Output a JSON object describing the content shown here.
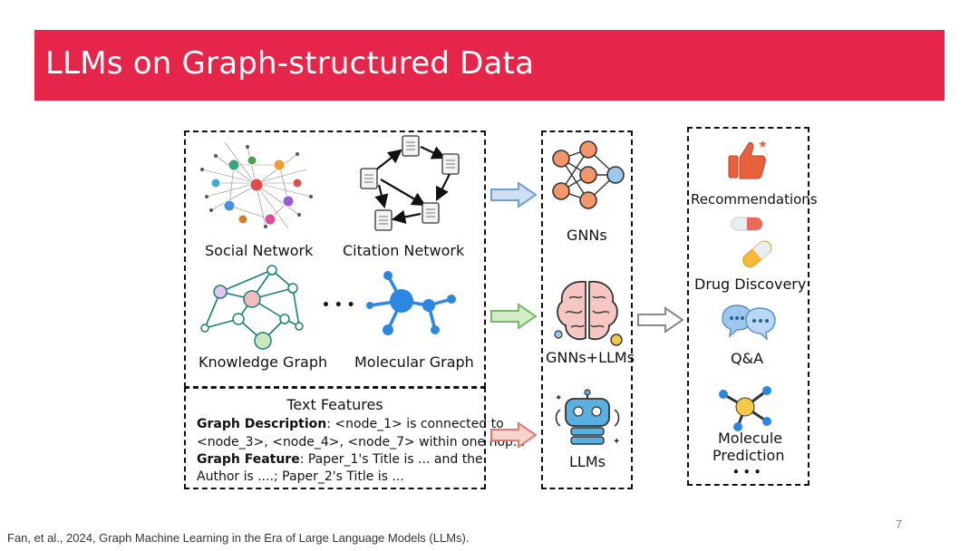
{
  "slide": {
    "title": "LLMs on Graph-structured Data",
    "page_number": "7",
    "footer": "Fan, et al., 2024, Graph Machine Learning in the Era of Large Language Models (LLMs)."
  },
  "graph_panel": {
    "social_network": "Social Network",
    "citation_network": "Citation Network",
    "ellipsis": "• • •",
    "knowledge_graph": "Knowledge Graph",
    "molecular_graph": "Molecular Graph"
  },
  "text_features": {
    "title": "Text Features",
    "desc_label": "Graph Description",
    "desc_text_1": ": <node_1> is connected to",
    "desc_text_2": "<node_3>, <node_4>, <node_7> within one hop...",
    "feat_label": "Graph Feature",
    "feat_text_1": ": Paper_1's Title is ... and the",
    "feat_text_2": "Author is ....;  Paper_2's Title  is ..."
  },
  "models": {
    "gnns": "GNNs",
    "gnns_llms": "GNNs+LLMs",
    "llms": "LLMs"
  },
  "tasks": {
    "recommendations": "Recommendations",
    "drug_discovery": "Drug Discovery",
    "qa": "Q&A",
    "molecule_1": "Molecule",
    "molecule_2": "Prediction",
    "more": "• • •"
  },
  "colors": {
    "banner": "#e5264a",
    "arrow_blue": "#6f9fd8",
    "arrow_green": "#78b86a",
    "arrow_red": "#e07a6f",
    "arrow_gray": "#888888"
  }
}
